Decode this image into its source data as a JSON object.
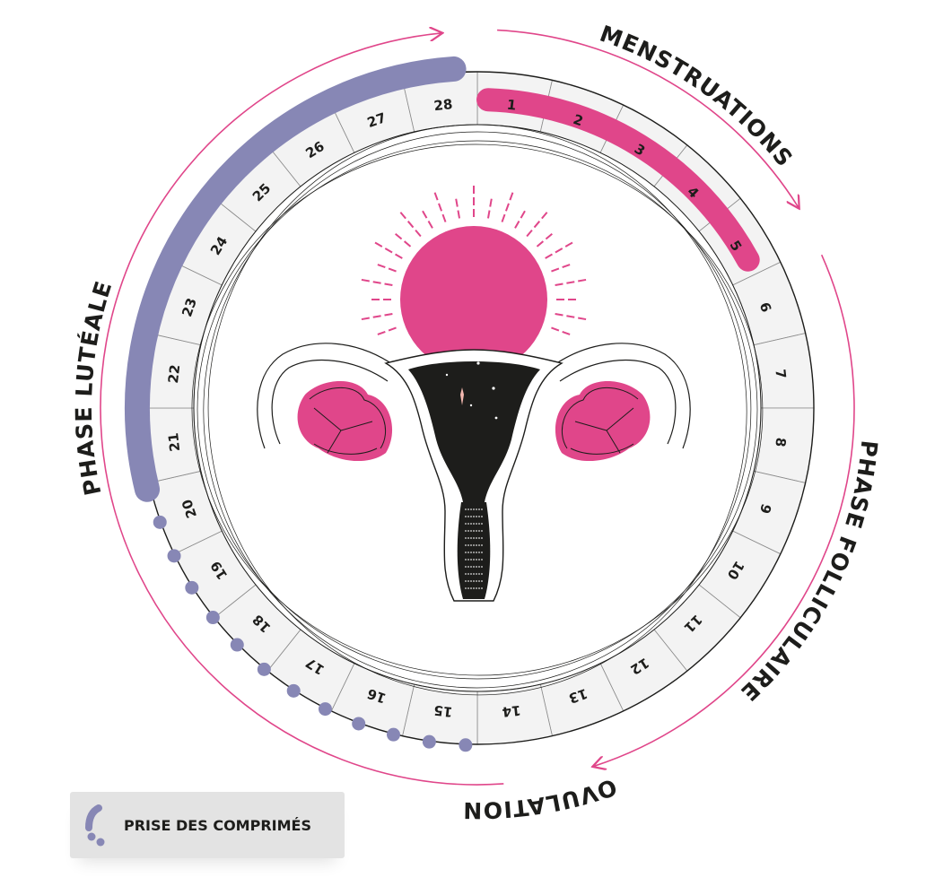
{
  "colors": {
    "pink": "#e0468a",
    "purple": "#8787b5",
    "ring_fill": "#f3f3f3",
    "ink": "#1d1d1b"
  },
  "days": [
    "1",
    "2",
    "3",
    "4",
    "5",
    "6",
    "7",
    "8",
    "9",
    "10",
    "11",
    "12",
    "13",
    "14",
    "15",
    "16",
    "17",
    "18",
    "19",
    "20",
    "21",
    "22",
    "23",
    "24",
    "25",
    "26",
    "27",
    "28"
  ],
  "cycle_length": 28,
  "menstruation_days": [
    1,
    5
  ],
  "pill_days": [
    21,
    28
  ],
  "placebo_dot_days": [
    15,
    20
  ],
  "phases": {
    "menstruations": "MENSTRUATIONS",
    "follicular": "PHASE FOLLICULAIRE",
    "ovulation": "OVULATION",
    "luteal": "PHASE LUTÉALE"
  },
  "legend": {
    "label": "PRISE DES COMPRIMÉS",
    "icon": "pill-intake-icon"
  }
}
